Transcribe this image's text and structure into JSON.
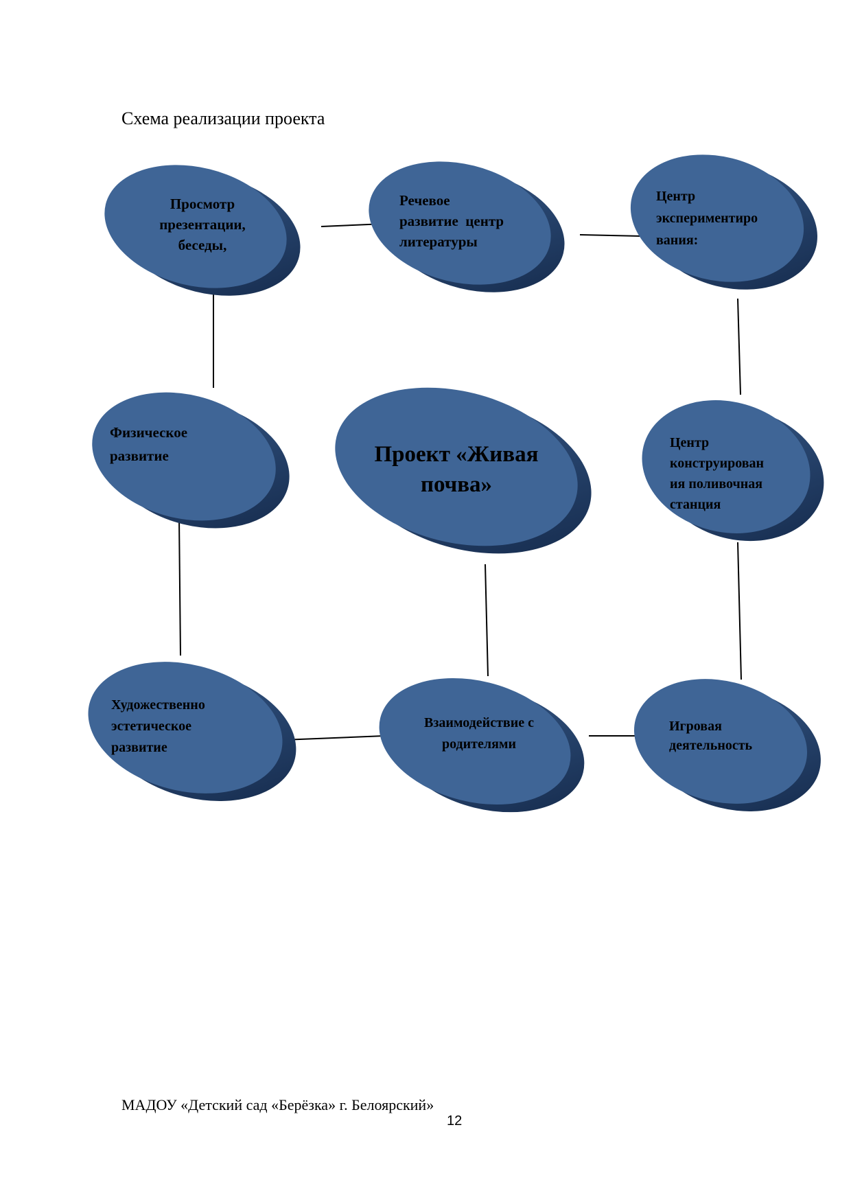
{
  "page": {
    "heading": "Схема реализации проекта",
    "footer": "МАДОУ «Детский сад «Берёзка» г. Белоярский»",
    "page_number": "12"
  },
  "colors": {
    "node_face": "#3f6596",
    "node_side": "#1f3b63",
    "connector": "#000000"
  },
  "diagram": {
    "center": {
      "label": "Проект «Живая почва»"
    },
    "nodes": [
      {
        "id": "presentations",
        "lines": [
          "Просмотр",
          "презентации,",
          "беседы,"
        ]
      },
      {
        "id": "speech",
        "lines": [
          "Речевое",
          "развитие  центр",
          "литературы"
        ]
      },
      {
        "id": "experiment",
        "lines": [
          "Центр",
          "эксперименти­ро",
          "вания:"
        ]
      },
      {
        "id": "physical",
        "lines": [
          "Физическое",
          "развитие"
        ]
      },
      {
        "id": "construction",
        "lines": [
          "Центр",
          "конструирован",
          "ия поливочная",
          "станция"
        ]
      },
      {
        "id": "art",
        "lines": [
          "Художественно",
          "эстетическое",
          "развитие"
        ]
      },
      {
        "id": "parents",
        "lines": [
          "Взаимодействие с",
          "родителями"
        ]
      },
      {
        "id": "play",
        "lines": [
          "Игровая",
          "деятельность"
        ]
      }
    ]
  }
}
